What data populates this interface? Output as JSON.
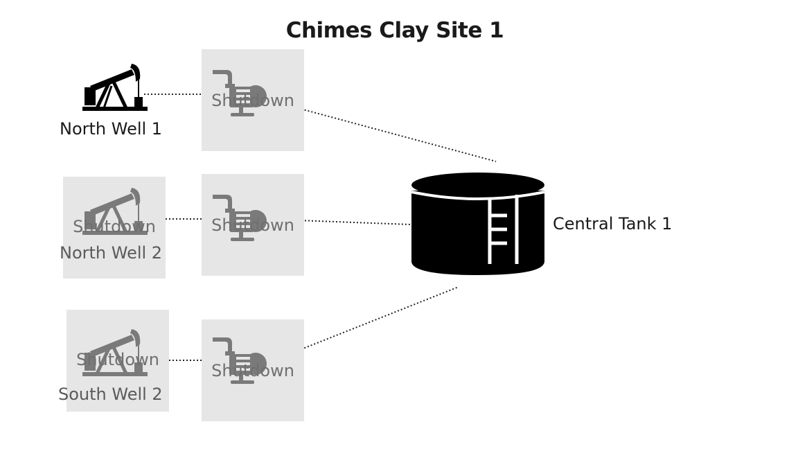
{
  "title": "Chimes Clay Site 1",
  "wells": [
    {
      "name": "North Well 1",
      "state": "running",
      "icon": "pumpjack-icon"
    },
    {
      "name": "North Well 2",
      "state": "shutdown",
      "status": "Shutdown",
      "icon": "pumpjack-icon"
    },
    {
      "name": "South Well 2",
      "state": "shutdown",
      "status": "Shutdown",
      "icon": "pumpjack-icon"
    }
  ],
  "pumps": [
    {
      "status": "Shutdown",
      "icon": "pump-icon"
    },
    {
      "status": "Shutdown",
      "icon": "pump-icon"
    },
    {
      "status": "Shutdown",
      "icon": "pump-icon"
    }
  ],
  "tank": {
    "name": "Central Tank 1",
    "icon": "storage-tank-icon"
  },
  "colors": {
    "shutdown_overlay": "#e6e6e6",
    "shutdown_icon": "#7a7a7a",
    "active_icon": "#000000"
  }
}
